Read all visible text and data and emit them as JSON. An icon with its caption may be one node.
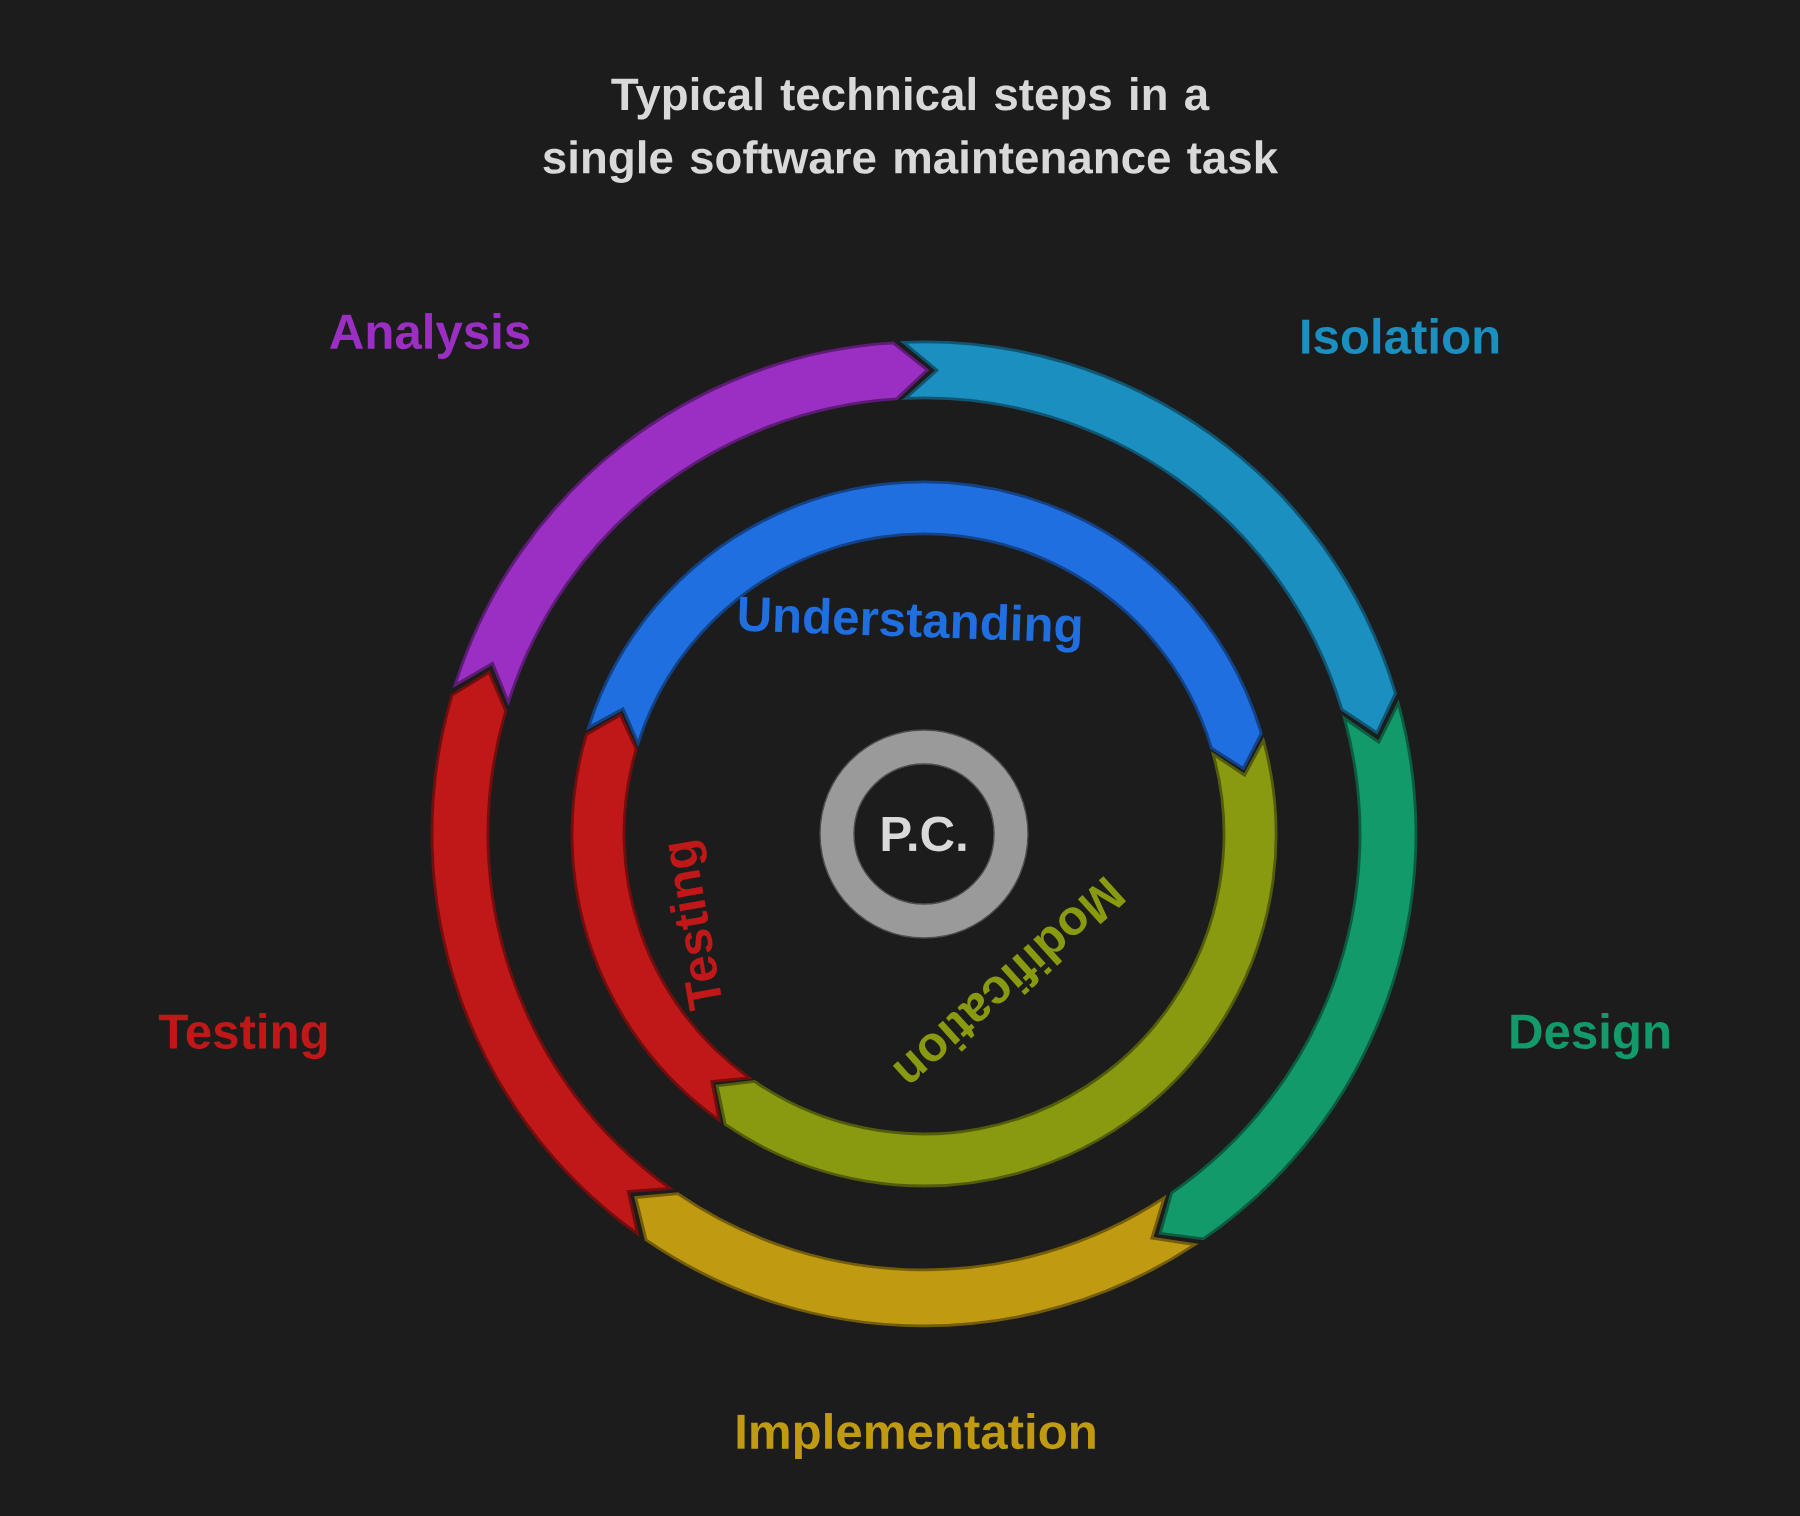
{
  "diagram": {
    "title": "Typical technical steps in a single software maintenance task",
    "nodes": [
      {
        "text": [
          "Analysis"
        ]
      },
      {
        "text": [
          "Isolation"
        ]
      },
      {
        "text": [
          "Design"
        ]
      },
      {
        "text": [
          "Implementation"
        ]
      },
      {
        "text": [
          "Testing"
        ]
      },
      {
        "text": [
          "Understanding"
        ]
      },
      {
        "text": [
          "Modification"
        ]
      },
      {
        "text": [
          "Testing"
        ]
      },
      {
        "text": [
          "P.C."
        ]
      }
    ]
  }
}
